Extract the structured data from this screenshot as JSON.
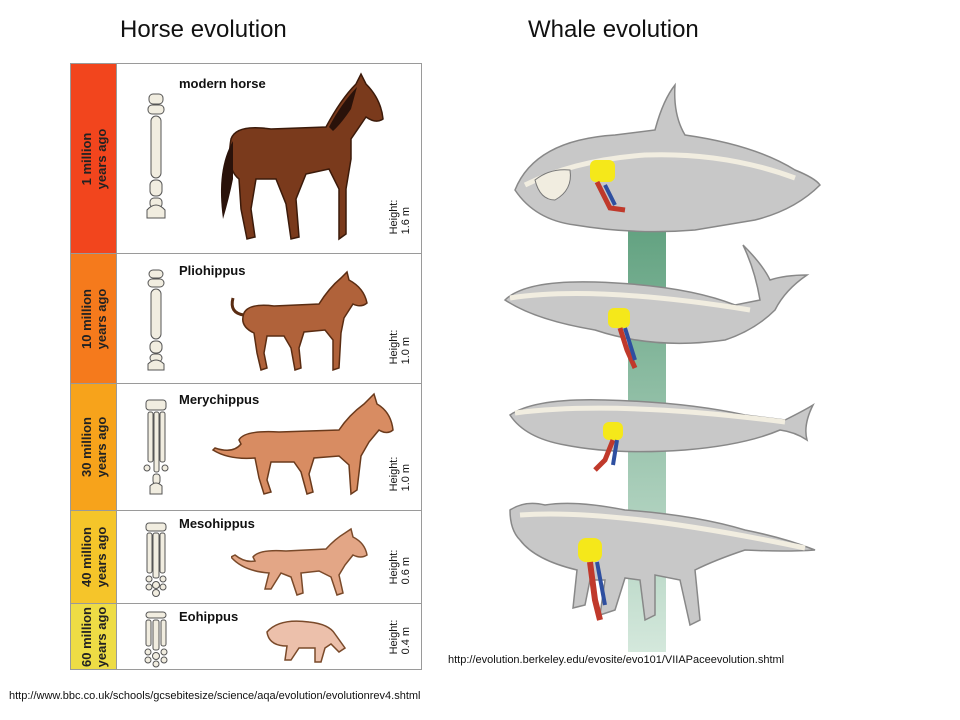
{
  "titles": {
    "horse": "Horse evolution",
    "whale": "Whale evolution"
  },
  "horse_rows": [
    {
      "age": "1 million\nyears ago",
      "species": "modern horse",
      "height": "Height:\n1.6 m",
      "color": "#f2451d"
    },
    {
      "age": "10 million\nyears ago",
      "species": "Pliohippus",
      "height": "Height:\n1.0 m",
      "color": "#f57a1c"
    },
    {
      "age": "30 million\nyears ago",
      "species": "Merychippus",
      "height": "Height:\n1.0 m",
      "color": "#f7a31b"
    },
    {
      "age": "40 million\nyears ago",
      "species": "Mesohippus",
      "height": "Height:\n0.6 m",
      "color": "#f5c52a"
    },
    {
      "age": "60 million\nyears ago",
      "species": "Eohippus",
      "height": "Height:\n0.4 m",
      "color": "#eedc45"
    }
  ],
  "sources": {
    "whale": "http://evolution.berkeley.edu/evosite/evo101/VIIAPaceevolution.shtml",
    "horse": "http://www.bbc.co.uk/schools/gcsebitesize/science/aqa/evolution/evolutionrev4.shtml"
  },
  "colors": {
    "horse_brown": [
      "#7a3a1c",
      "#b0623a",
      "#d88c62",
      "#e3a686",
      "#ecc0ab"
    ],
    "whale_body": "#c8c8c8",
    "bone": "#f1ede0",
    "timeline_green": "#5a9d7a"
  }
}
